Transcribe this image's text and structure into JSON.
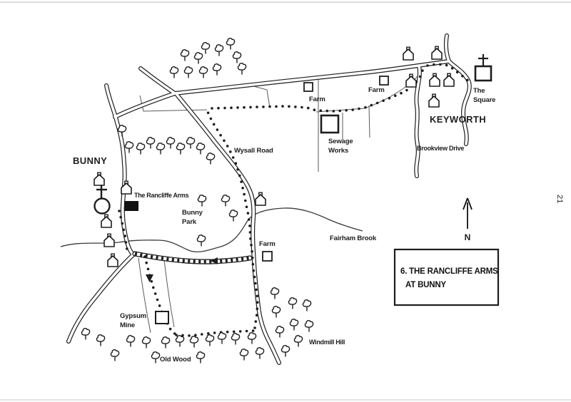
{
  "page": {
    "number": "21"
  },
  "title_box": {
    "line1": "6. THE RANCLIFFE ARMS",
    "line2": "AT BUNNY"
  },
  "compass": {
    "label": "N"
  },
  "places": {
    "bunny": "BUNNY",
    "keyworth": "KEYWORTH",
    "the_square_line1": "The",
    "the_square_line2": "Square",
    "brookview_drive": "Brookview Drive",
    "wysall_road": "Wysall Road",
    "rancliffe_arms": "The Rancliffe Arms",
    "bunny_park_line1": "Bunny",
    "bunny_park_line2": "Park",
    "fairham_brook": "Fairham Brook",
    "farm_west": "Farm",
    "farm_east": "Farm",
    "farm_south": "Farm",
    "sewage_works_line1": "Sewage",
    "sewage_works_line2": "Works",
    "gypsum_mine_line1": "Gypsum",
    "gypsum_mine_line2": "Mine",
    "old_wood": "Old Wood",
    "windmill_hill": "Windmill Hill"
  },
  "colors": {
    "ink": "#1d1d1d",
    "boundary": "#5a5a5a",
    "paper": "#ffffff"
  }
}
